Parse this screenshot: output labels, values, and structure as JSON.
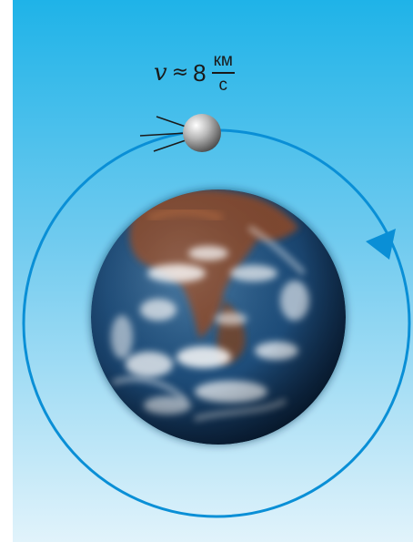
{
  "formula": {
    "symbol": "v",
    "relation": "≈",
    "value": "8",
    "unit_numerator": "км",
    "unit_denominator": "с"
  },
  "colors": {
    "sky_top": "#1fb3e8",
    "sky_bottom": "#dff2fb",
    "orbit": "#0a8fd6",
    "text": "#1a1a1a"
  },
  "icons": {
    "satellite": "satellite-icon",
    "earth": "earth-icon",
    "direction_arrow": "arrowhead-icon"
  }
}
